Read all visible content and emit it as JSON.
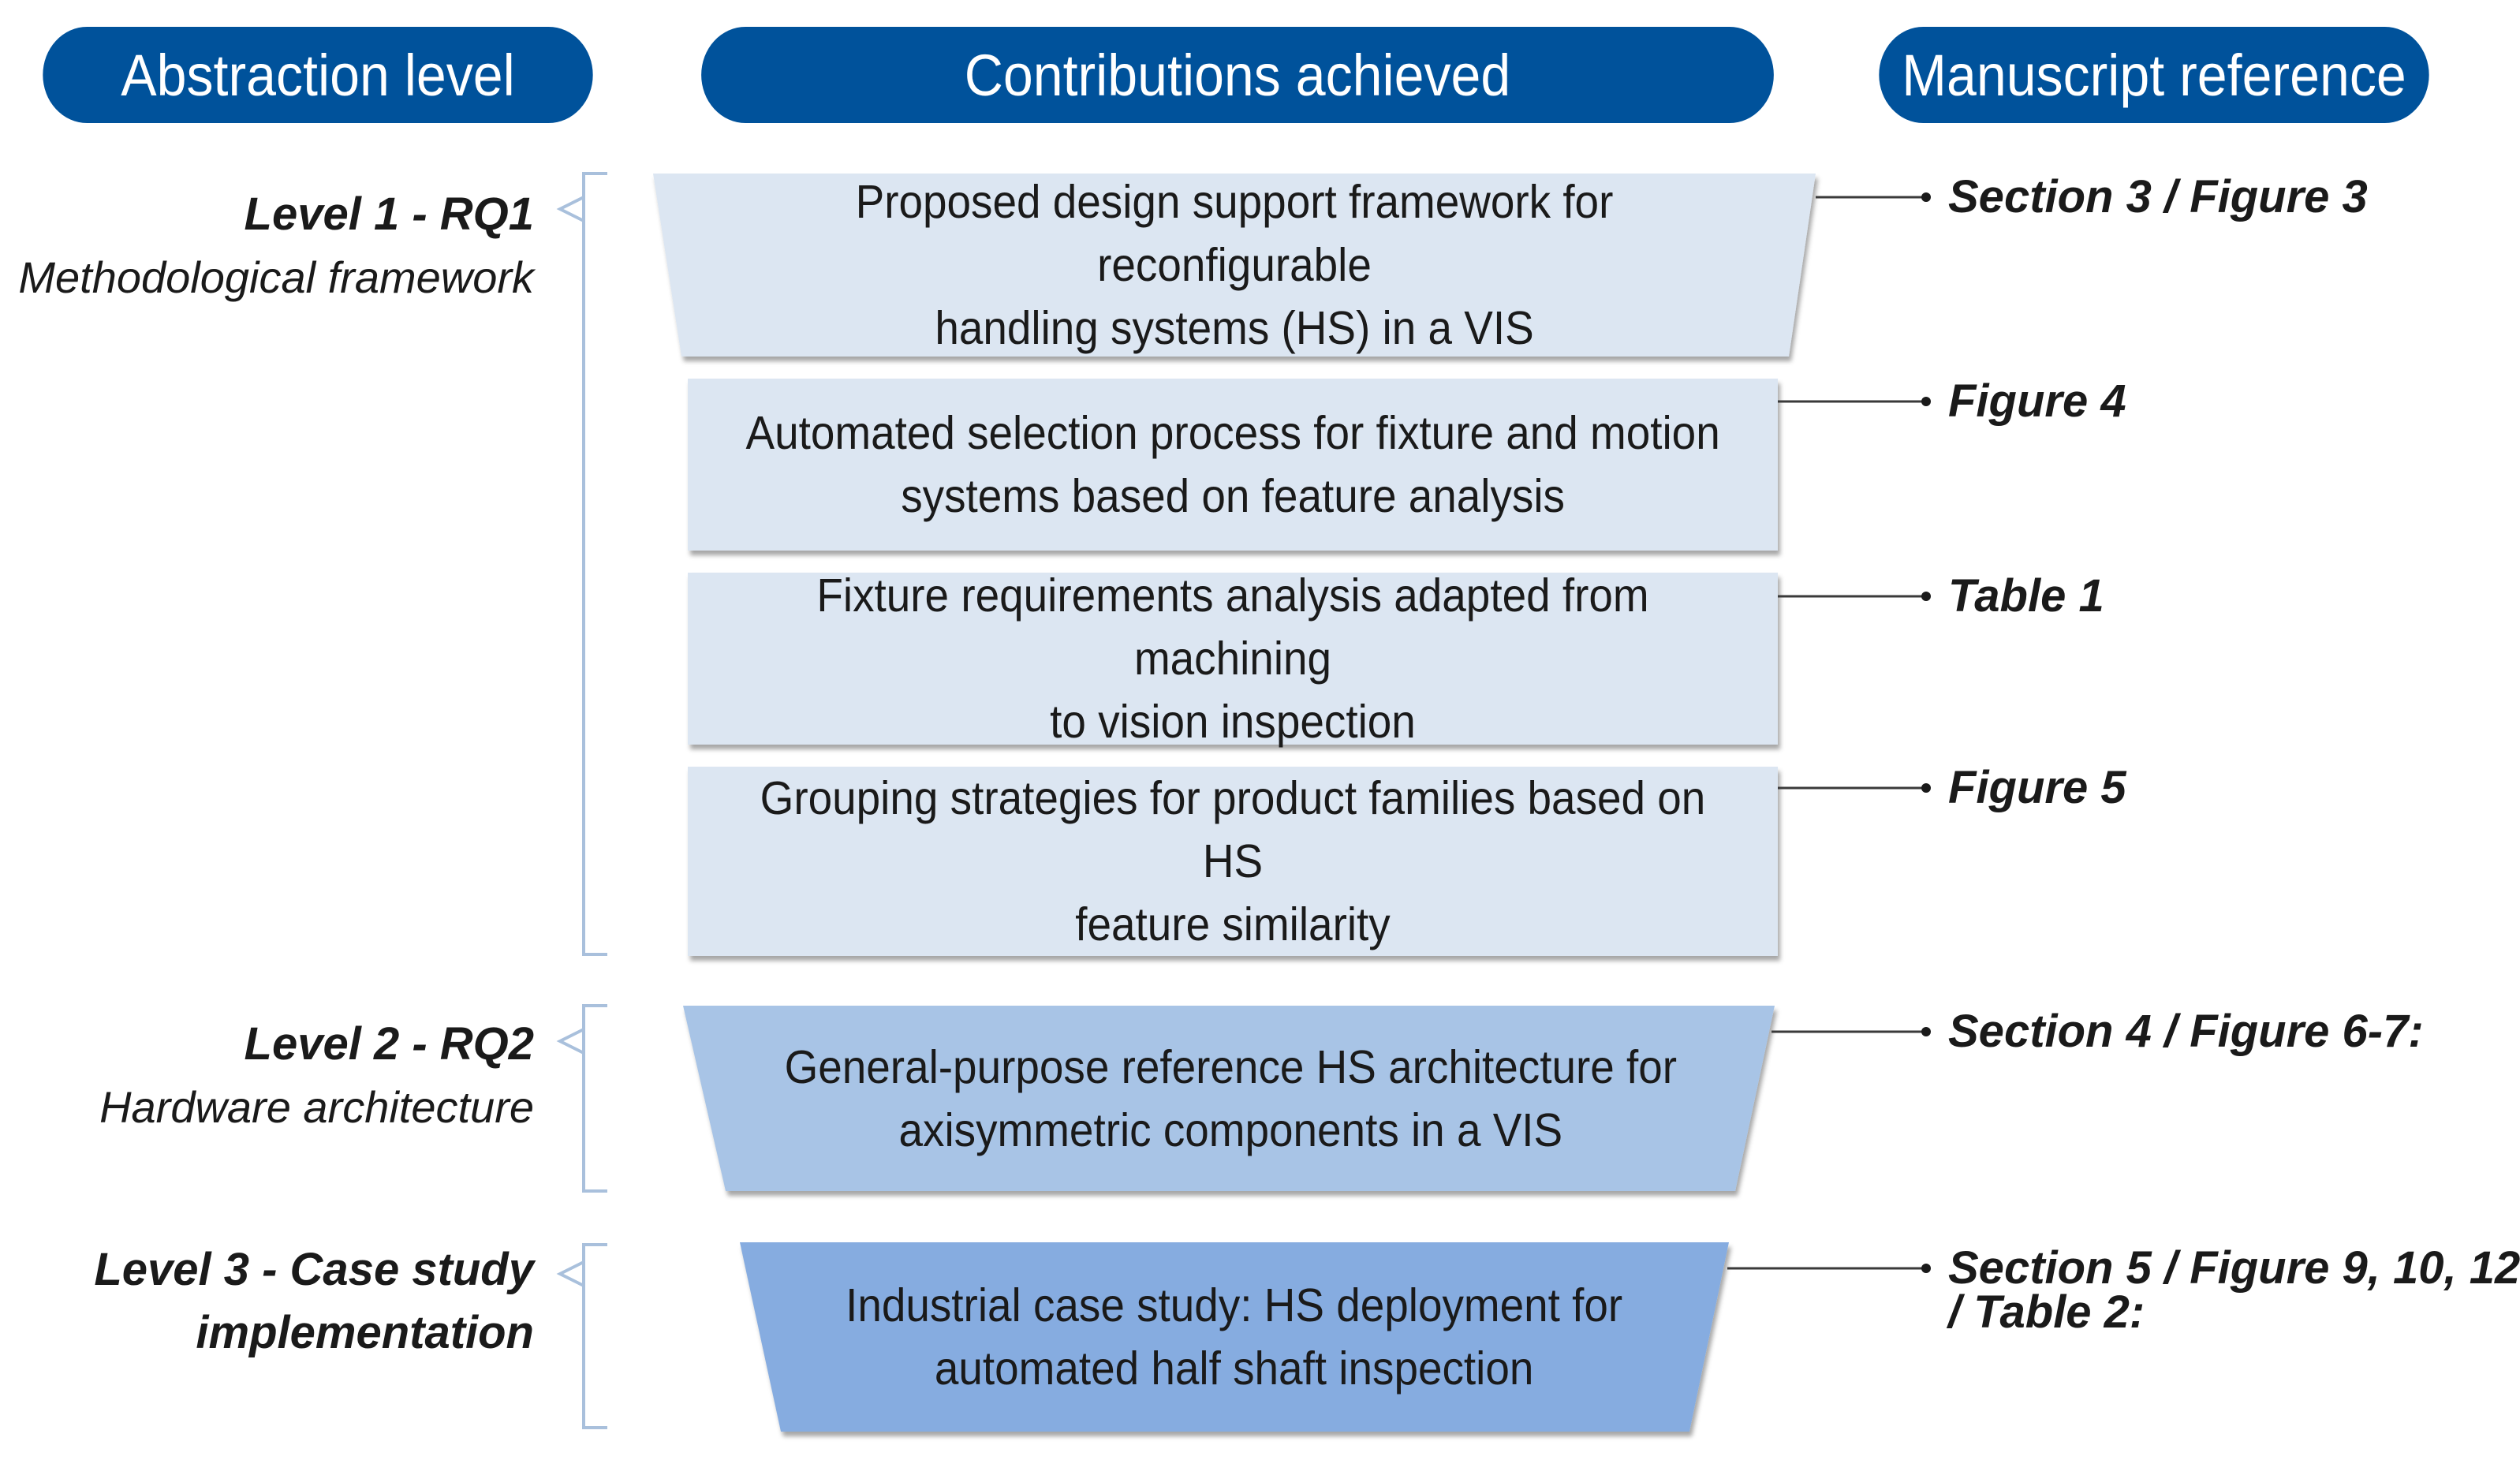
{
  "headers": {
    "abstraction": "Abstraction level",
    "contributions": "Contributions achieved",
    "manuscript": "Manuscript reference"
  },
  "levels": [
    {
      "title": "Level 1 - RQ1",
      "subtitle": "Methodological framework"
    },
    {
      "title": "Level 2 - RQ2",
      "subtitle": "Hardware architecture"
    },
    {
      "title_line1": "Level 3 - Case study",
      "title_line2": "implementation"
    }
  ],
  "contributions": [
    {
      "line1": "Proposed design support framework for reconfigurable",
      "line2": "handling systems (HS) in a VIS"
    },
    {
      "line1": "Automated selection process for fixture and motion",
      "line2": "systems based on feature analysis"
    },
    {
      "line1": "Fixture requirements analysis adapted from machining",
      "line2": "to vision inspection"
    },
    {
      "line1": "Grouping strategies for product families based on HS",
      "line2": "feature similarity"
    },
    {
      "line1": "General-purpose reference HS architecture for",
      "line2": "axisymmetric components in a VIS"
    },
    {
      "line1": "Industrial case study: HS deployment for",
      "line2": "automated half shaft inspection"
    }
  ],
  "references": [
    {
      "text": "Section 3 / Figure 3"
    },
    {
      "text": "Figure 4"
    },
    {
      "text": "Table 1"
    },
    {
      "text": "Figure 5"
    },
    {
      "text": "Section 4 / Figure 6-7:"
    },
    {
      "line1": "Section 5 / Figure 9, 10, 12",
      "line2": "/ Table 2:"
    }
  ],
  "colors": {
    "header": "#00529B",
    "level1_box": "#DCE6F2",
    "level2_box": "#A8C4E6",
    "level3_box": "#86ACE0",
    "bracket": "#A9C0DC",
    "connector": "#3A3A3A"
  }
}
